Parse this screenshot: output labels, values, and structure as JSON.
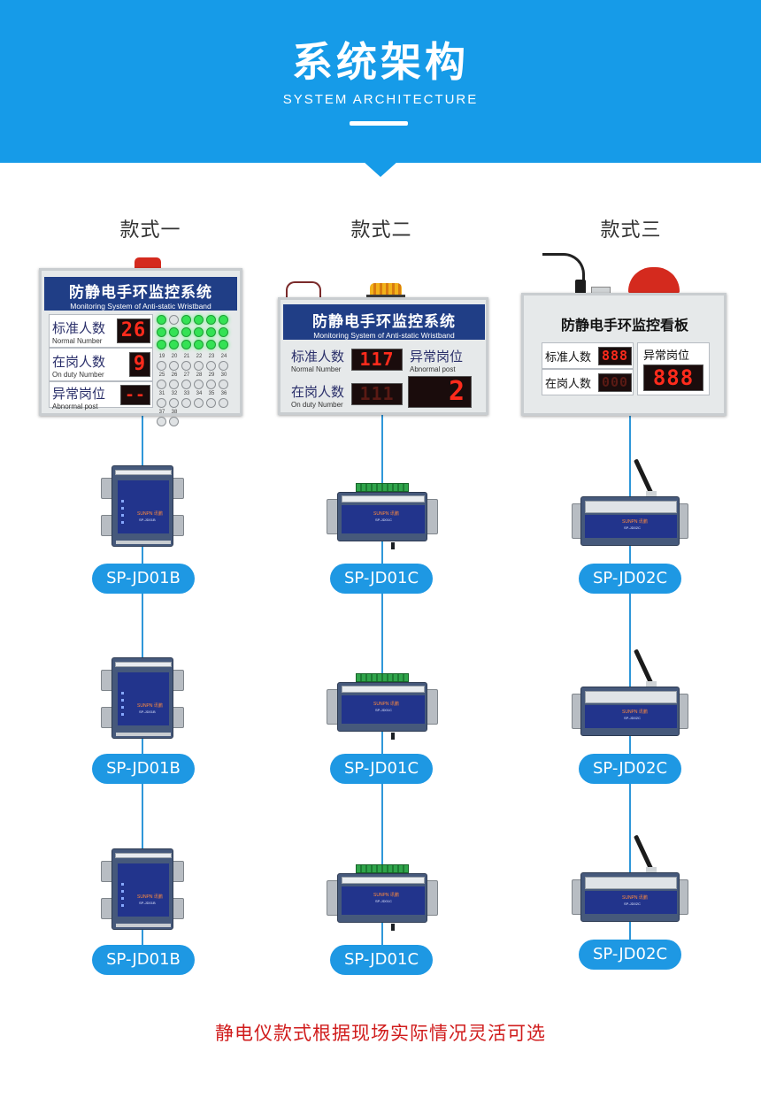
{
  "header": {
    "title": "系统架构",
    "subtitle": "SYSTEM ARCHITECTURE",
    "bg_color": "#169be8"
  },
  "columns": [
    {
      "heading": "款式一",
      "board": {
        "title_zh": "防静电手环监控系统",
        "title_en": "Monitoring System of Anti-static Wristband",
        "rows": [
          {
            "label_zh": "标准人数",
            "label_en": "Normal Number",
            "value": "26"
          },
          {
            "label_zh": "在岗人数",
            "label_en": "On duty Number",
            "value": "9"
          },
          {
            "label_zh": "异常岗位",
            "label_en": "Abnormal post",
            "value": "--"
          }
        ],
        "led_numbers": [
          "19",
          "20",
          "21",
          "22",
          "23",
          "24",
          "25",
          "26",
          "27",
          "28",
          "29",
          "30",
          "31",
          "32",
          "33",
          "34",
          "35",
          "36",
          "37",
          "38"
        ]
      },
      "devices": [
        "SP-JD01B",
        "SP-JD01B",
        "SP-JD01B"
      ]
    },
    {
      "heading": "款式二",
      "board": {
        "title_zh": "防静电手环监控系统",
        "title_en": "Monitoring System of Anti-static Wristband",
        "rows": [
          {
            "label_zh": "标准人数",
            "label_en": "Normal Number",
            "value": "117"
          },
          {
            "label_zh": "在岗人数",
            "label_en": "On duty Number",
            "value": "111"
          }
        ],
        "abnormal": {
          "label_zh": "异常岗位",
          "label_en": "Abnormal post",
          "value": "2"
        }
      },
      "devices": [
        "SP-JD01C",
        "SP-JD01C",
        "SP-JD01C"
      ]
    },
    {
      "heading": "款式三",
      "board": {
        "title_zh": "防静电手环监控看板",
        "rows": [
          {
            "label_zh": "标准人数",
            "value": "888"
          },
          {
            "label_zh": "在岗人数",
            "value": "000"
          }
        ],
        "abnormal": {
          "label_zh": "异常岗位",
          "value": "888"
        }
      },
      "devices": [
        "SP-JD02C",
        "SP-JD02C",
        "SP-JD02C"
      ]
    }
  ],
  "device_brand": "SUNPN 讯鹏",
  "footer": "静电仪款式根据现场实际情况灵活可选",
  "colors": {
    "accent": "#1e98e3",
    "footer_text": "#d01c1c",
    "board_title_bg": "#203e86",
    "led_on": "#34e254",
    "segment": "#ff2b1c"
  }
}
